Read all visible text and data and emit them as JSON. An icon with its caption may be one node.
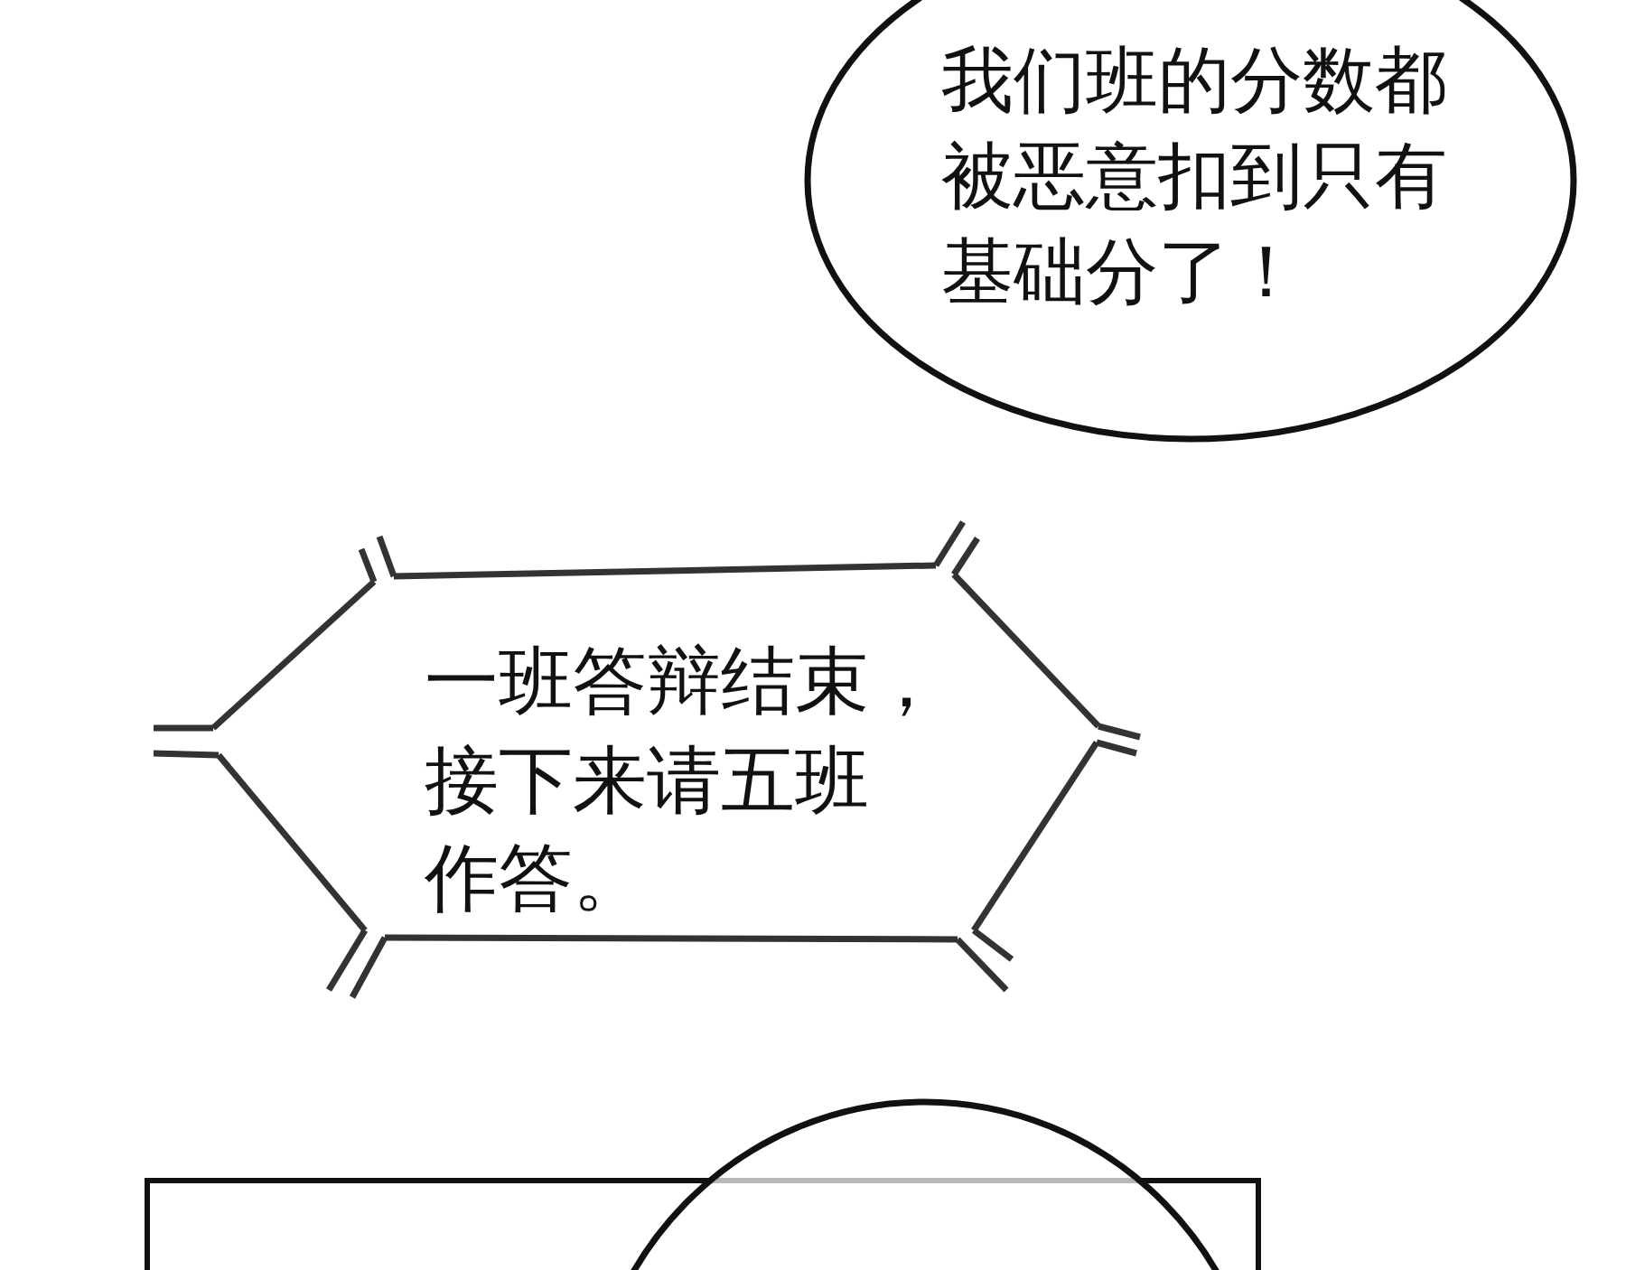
{
  "diagram": {
    "nodes": [
      {
        "text": [
          "我们班的分数都被恶意扣到只有基础分了！"
        ]
      },
      {
        "text": [
          "一班答辩结束，接下来请五班作答。"
        ]
      },
      {
        "text": [],
        "shape": "box"
      },
      {
        "text": [],
        "shape": "circle"
      }
    ]
  }
}
